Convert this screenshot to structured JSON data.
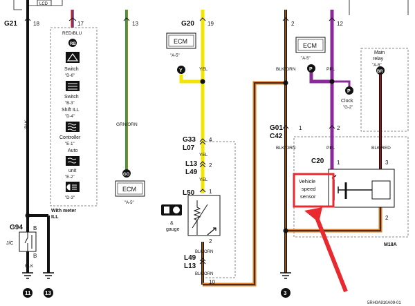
{
  "connectors": {
    "g21": "G21",
    "g21_pin": "18",
    "g20": "G20",
    "g20_pin": "19",
    "pin13": "13",
    "pin17": "17",
    "pin2_top": "2",
    "pin12": "12",
    "g33": "G33",
    "l07": "L07",
    "g33_pin": "4",
    "l13": "L13",
    "l49": "L49",
    "l13_pin": "2",
    "l50": "L50",
    "l50_pin": "1",
    "gauge_pin2": "2",
    "l49b": "L49",
    "l13b": "L13",
    "pin10": "10",
    "g01": "G01",
    "c42": "C42",
    "g01_pin1": "1",
    "g01_pin2": "2",
    "c20": "C20",
    "c20_pin1": "1",
    "c20_pin3": "3",
    "c20_pin2": "2",
    "g94": "G94",
    "g94_b_top": "B",
    "g94_b_bottom": "B"
  },
  "wires": {
    "red_blu": "RED/BLU",
    "blk": "BLK",
    "blk_bottom": "BLK",
    "grn_orn": "GRN/ORN",
    "yel1": "YEL",
    "yel2": "YEL",
    "yel3": "YEL",
    "blk_orn1": "BLK/ORN",
    "blk_orn2": "BLK/ORN",
    "blk_orn3": "BLK/ORN",
    "ppl1": "PPL",
    "ppl2": "PPL",
    "blk_red": "BLK/RED"
  },
  "meter": {
    "lcd": "LCD",
    "rb": "RB",
    "switch1": "Switch",
    "ref_d6": "\"D-6\"",
    "switch2": "Switch",
    "ref_b3": "\"B-3\"",
    "shift": "Shift ILL",
    "ref_d4": "\"D-4\"",
    "controller": "Controller",
    "ref_e1": "\"E-1\"",
    "auto": "Auto",
    "unit": "unit",
    "ref_e2": "\"E-2\"",
    "ref_d3": "\"D-3\"",
    "with_meter1": "With meter",
    "with_meter2": "ILL"
  },
  "modules": {
    "ecm1": "ECM",
    "ecm1_ref": "\"A-5\"",
    "ecm1_pin": "Y",
    "ecm2": "ECM",
    "ecm2_ref": "\"A-5\"",
    "ecm2_pin": "GO",
    "ecm3": "ECM",
    "ecm3_ref": "\"A-5\"",
    "ecm3_pin": "P",
    "clock": "Clock",
    "clock_ref": "\"G-2\"",
    "clock_pin": "P",
    "main_relay1": "Main",
    "main_relay2": "relay",
    "main_relay_ref": "\"A-5\"",
    "main_relay_pin": "BR",
    "gauge_amp": "&",
    "gauge": "gauge",
    "jc": "J/C",
    "vss1": "Vehicle",
    "vss2": "speed",
    "vss3": "sensor"
  },
  "grounds": {
    "g11": "11",
    "g13": "13",
    "g3": "3"
  },
  "footer": {
    "variant": "M18A",
    "code": "5RH0A910A09-01"
  },
  "colors": {
    "yellow": "#f2e600",
    "green": "#2e9a3a",
    "purple": "#8a2a9a",
    "red": "#c41e1e",
    "orange": "#e07a1a",
    "black": "#111111",
    "highlight": "#e8292f"
  }
}
